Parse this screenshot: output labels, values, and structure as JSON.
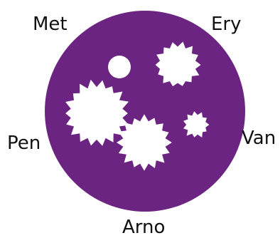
{
  "colors": {
    "plate": "#6b2481",
    "zone": "#ffffff",
    "label_text": "#111111"
  },
  "plate": {
    "antibiotics": [
      {
        "key": "met",
        "label": "Met"
      },
      {
        "key": "ery",
        "label": "Ery"
      },
      {
        "key": "pen",
        "label": "Pen"
      },
      {
        "key": "van",
        "label": "Van"
      },
      {
        "key": "arno",
        "label": "Arno"
      }
    ]
  }
}
